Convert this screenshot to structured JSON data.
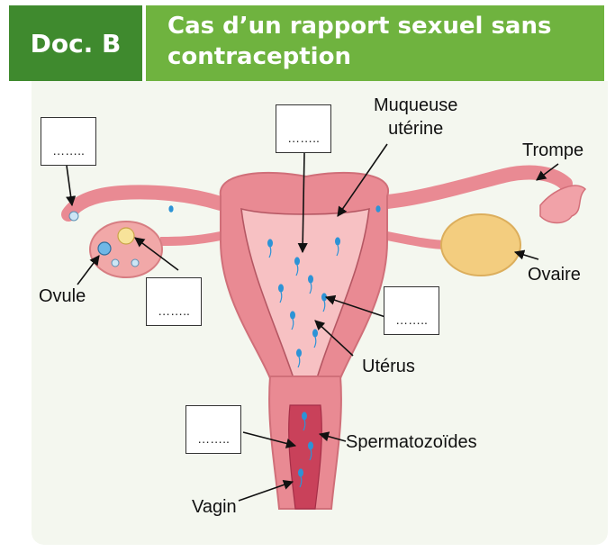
{
  "header": {
    "doc_label": "Doc. B",
    "title_line1": "Cas d’un rapport sexuel sans",
    "title_line2": "contraception"
  },
  "labels": {
    "muqueuse_line1": "Muqueuse",
    "muqueuse_line2": "utérine",
    "trompe": "Trompe",
    "ovaire": "Ovaire",
    "ovule": "Ovule",
    "uterus": "Utérus",
    "spermatozoides": "Spermatozoïdes",
    "vagin": "Vagin"
  },
  "blank_boxes": {
    "top_left": "……..",
    "top_center": "……..",
    "middle_left": "……..",
    "middle_right": "……..",
    "bottom_left": "…….."
  },
  "colors": {
    "doc_tag": "#3f8a2e",
    "title_bar": "#6fb33f",
    "uterus_tissue": "#e98a93",
    "uterus_light": "#f4b3b6",
    "ovary": "#f3cd7f",
    "sperm": "#2d93d6"
  }
}
